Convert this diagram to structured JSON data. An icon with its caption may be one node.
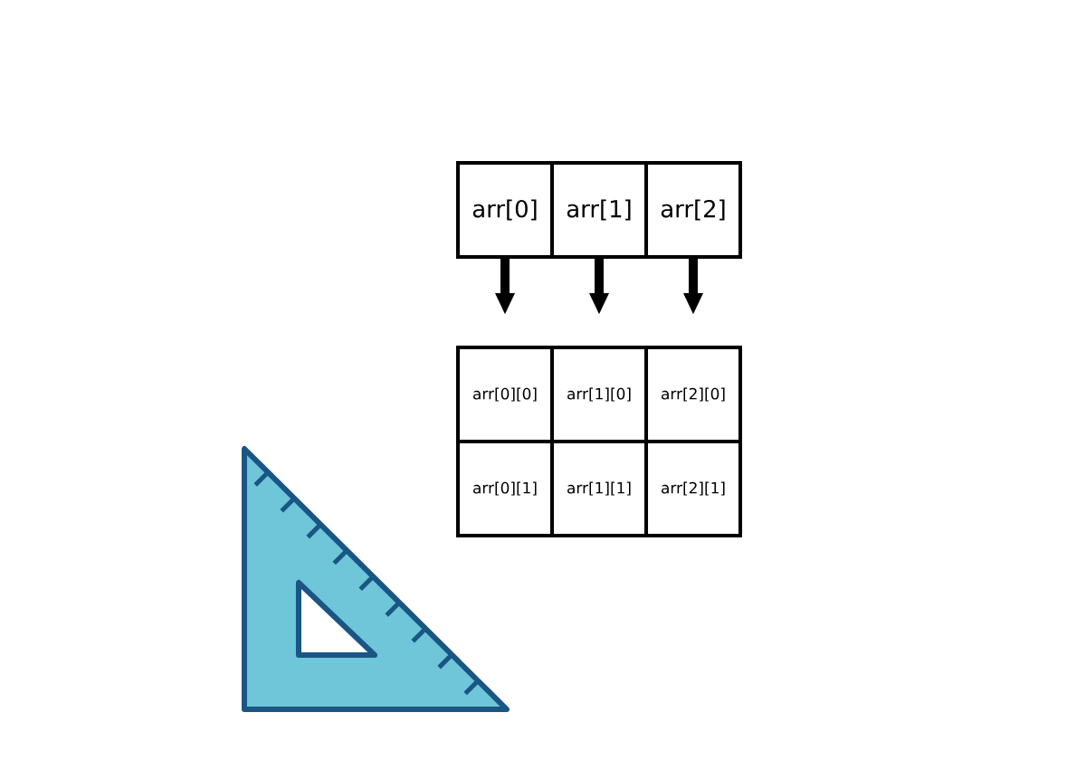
{
  "diagram": {
    "nodes": [
      {
        "text": [
          "arr[0]"
        ]
      },
      {
        "text": [
          "arr[1]"
        ]
      },
      {
        "text": [
          "arr[2]"
        ]
      },
      {
        "text": [
          "arr[0][0]"
        ]
      },
      {
        "text": [
          "arr[1][0]"
        ]
      },
      {
        "text": [
          "arr[2][0]"
        ]
      },
      {
        "text": [
          "arr[0][1]"
        ]
      },
      {
        "text": [
          "arr[1][1]"
        ]
      },
      {
        "text": [
          "arr[2][1]"
        ]
      }
    ],
    "edges": [
      {
        "from": 0,
        "to": 3,
        "arrow": "to"
      },
      {
        "from": 1,
        "to": 4,
        "arrow": "to"
      },
      {
        "from": 2,
        "to": 5,
        "arrow": "to"
      }
    ]
  }
}
